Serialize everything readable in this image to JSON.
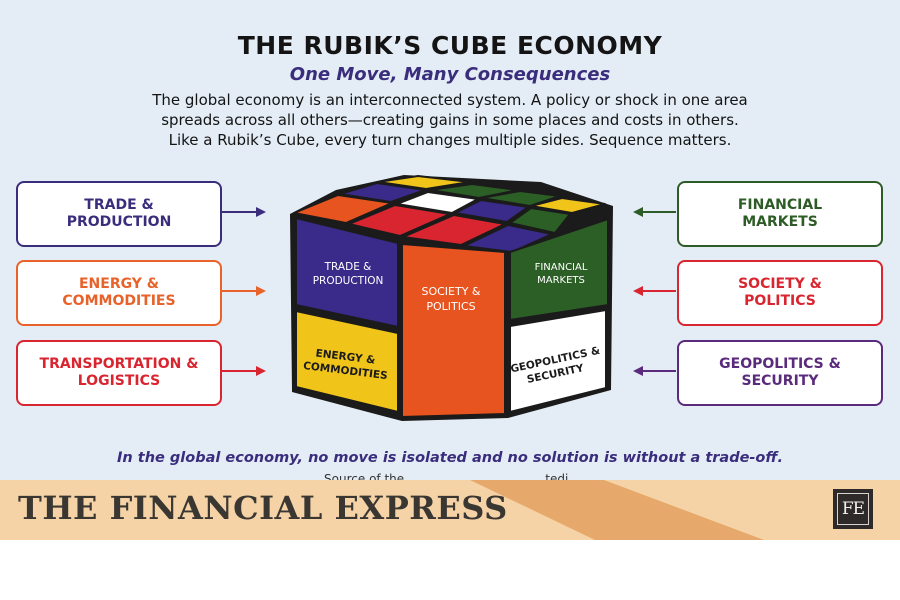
{
  "title": "THE RUBIK’S CUBE ECONOMY",
  "subtitle": "One Move, Many Consequences",
  "intro": [
    "The global economy is an interconnected system. A policy or shock in one area",
    "spreads across all others—creating gains in some places and costs in others.",
    "Like a Rubik’s Cube, every turn changes multiple sides. Sequence matters."
  ],
  "left_boxes": [
    {
      "lines": [
        "TRADE &",
        "PRODUCTION"
      ],
      "color": "#3a2d7c"
    },
    {
      "lines": [
        "ENERGY &",
        "COMMODITIES"
      ],
      "color": "#e8622a"
    },
    {
      "lines": [
        "TRANSPORTATION &",
        "LOGISTICS"
      ],
      "color": "#d9252f"
    }
  ],
  "right_boxes": [
    {
      "lines": [
        "FINANCIAL",
        "MARKETS"
      ],
      "color": "#2e5c26"
    },
    {
      "lines": [
        "SOCIETY &",
        "POLITICS"
      ],
      "color": "#d9252f"
    },
    {
      "lines": [
        "GEOPOLITICS &",
        "SECURITY"
      ],
      "color": "#5a2a7c"
    }
  ],
  "cube": {
    "labels": {
      "trade": [
        "TRADE &",
        "PRODUCTION"
      ],
      "society": [
        "SOCIETY &",
        "POLITICS"
      ],
      "financial": [
        "FINANCIAL",
        "MARKETS"
      ],
      "energy": [
        "ENERGY &",
        "COMMODITIES"
      ],
      "geopolitics": [
        "GEOPOLITICS &",
        "SECURITY"
      ]
    },
    "colors": {
      "purple": "#3a2a8a",
      "orange": "#e8541f",
      "green": "#2c5f26",
      "yellow": "#f0c419",
      "white": "#ffffff",
      "red": "#d9252f",
      "edge": "#1b1b1b"
    }
  },
  "closing": "In the global economy, no move is isolated and no solution is without a trade-off.",
  "cut_text": "Source of the ............ ................ ......tedi..",
  "banner": {
    "masthead": "THE FINANCIAL EXPRESS",
    "logo": "FE",
    "bg_color": "#f5d3a6",
    "accent_color": "#e6a96b"
  }
}
